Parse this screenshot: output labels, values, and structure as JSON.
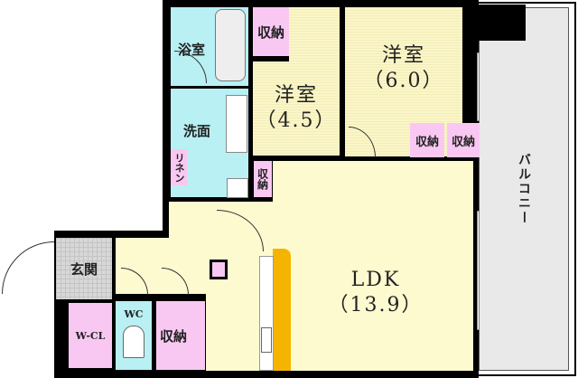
{
  "floor_plan": {
    "rooms": {
      "bath": {
        "label": "浴室"
      },
      "storage_top": {
        "label": "収納"
      },
      "western_1": {
        "label": "洋室",
        "size": "（4.5）"
      },
      "western_2": {
        "label": "洋室",
        "size": "（6.0）"
      },
      "washroom": {
        "label": "洗面"
      },
      "linen": {
        "label": "リネン"
      },
      "storage_mid": {
        "label": "収納"
      },
      "storage_r1": {
        "label": "収納"
      },
      "storage_r2": {
        "label": "収納"
      },
      "balcony": {
        "label": "バルコニー"
      },
      "ldk": {
        "label": "LDK",
        "size": "（13.9）"
      },
      "entrance": {
        "label": "玄関"
      },
      "wc": {
        "label": "WC"
      },
      "wcl": {
        "label": "W-CL"
      },
      "storage_bottom": {
        "label": "収納"
      }
    },
    "colors": {
      "wall": "#000000",
      "western_room": "#fbf6c8",
      "ldk": "#fdfacf",
      "wet_area": "#b8f0f4",
      "storage": "#f9c8f2",
      "entrance": "#d8d8d8",
      "balcony": "#e9e9e9",
      "kitchen_counter": "#f5b400"
    }
  }
}
